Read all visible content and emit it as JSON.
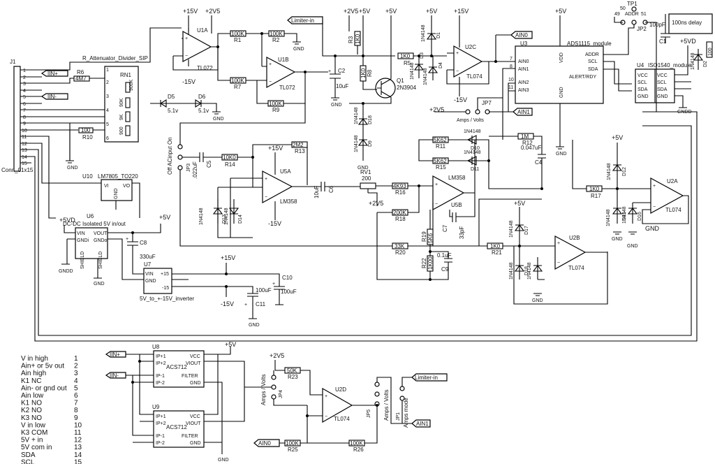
{
  "connector": {
    "ref": "J1",
    "value": "Conn_01x15",
    "pins": [
      "1",
      "2",
      "3",
      "4",
      "5",
      "6",
      "7",
      "8",
      "9",
      "10",
      "11",
      "12",
      "13",
      "14",
      "15"
    ]
  },
  "netlabels": {
    "iin_plus": "IIN+",
    "iin_minus": "IIN-",
    "limiter_in": "Limiter-in",
    "ain0": "AIN0",
    "ain1": "AIN1"
  },
  "power": {
    "p15": "+15V",
    "m15": "-15V",
    "p2v5": "+2V5",
    "p5v": "+5V",
    "p5vd": "+5VD",
    "gnd": "GND",
    "gndd": "GNDD"
  },
  "attenuator": {
    "title": "R_Attenuator_Divider_SIP",
    "ref": "RN1",
    "r_900k": "900K",
    "r_90k": "90K",
    "r_9k": "9K",
    "r_900": "900"
  },
  "resistors": {
    "r6": {
      "ref": "R6",
      "value": "4M7"
    },
    "r10": {
      "ref": "R10",
      "value": "100"
    },
    "r1": {
      "ref": "R1",
      "value": "100K"
    },
    "r2": {
      "ref": "R2",
      "value": "100K"
    },
    "r7": {
      "ref": "R7",
      "value": "100K"
    },
    "r9": {
      "ref": "R9",
      "value": "100K"
    },
    "r3": {
      "ref": "R3",
      "value": "1K0"
    },
    "r8": {
      "ref": "R8",
      "value": "1K0"
    },
    "r5": {
      "ref": "R5",
      "value": "1K0"
    },
    "r13": {
      "ref": "R13",
      "value": "2M2"
    },
    "r14": {
      "ref": "R14",
      "value": "10K0"
    },
    "r16": {
      "ref": "R16",
      "value": "4K93"
    },
    "r18": {
      "ref": "R18",
      "value": "200K"
    },
    "r20": {
      "ref": "R20",
      "value": "33K"
    },
    "r11": {
      "ref": "R11",
      "value": "5K62"
    },
    "r15": {
      "ref": "R15",
      "value": "5K62"
    },
    "r12": {
      "ref": "R12",
      "value": "1M"
    },
    "r17": {
      "ref": "R17",
      "value": "1K0"
    },
    "r19": {
      "ref": "R19",
      "value": "5K6"
    },
    "r22": {
      "ref": "R22",
      "value": "1K00"
    },
    "r21": {
      "ref": "R21",
      "value": "1K0"
    },
    "r23": {
      "ref": "R23",
      "value": "50K"
    },
    "r25": {
      "ref": "R25",
      "value": "100K"
    },
    "r26": {
      "ref": "R26",
      "value": "100K"
    }
  },
  "pot": {
    "ref": "RV1",
    "value": "200"
  },
  "caps": {
    "c2": {
      "ref": "C2",
      "value": "10uF"
    },
    "c5": {
      "ref": "C5",
      "value": ".022uF"
    },
    "c6": {
      "ref": "C6",
      "value": "10uF"
    },
    "c4": {
      "ref": "C4",
      "value": "0.047uF"
    },
    "c7": {
      "ref": "C7",
      "value": "33pF"
    },
    "c9": {
      "ref": "C9",
      "value": "0.1uF"
    },
    "c8": {
      "ref": "C8",
      "value": "330uF"
    },
    "c10": {
      "ref": "C10",
      "value": "100uF"
    },
    "c11": {
      "ref": "C11",
      "value": "100uF"
    },
    "c1": {
      "ref": "C1",
      "value": "100pF"
    }
  },
  "diodes": {
    "d5": {
      "ref": "D5",
      "value": "5.1v"
    },
    "d6": {
      "ref": "D6",
      "value": "5.1v"
    },
    "type": "1N4148",
    "refs": [
      "D1",
      "D2",
      "D3",
      "D4",
      "D7",
      "D8",
      "D9",
      "D10",
      "D11",
      "D12",
      "D13",
      "D14",
      "D15",
      "D16",
      "D17",
      "D18"
    ]
  },
  "transistor": {
    "ref": "Q1",
    "value": "2N3904"
  },
  "opamps": {
    "u1a": {
      "ref": "U1A",
      "value": "TL072"
    },
    "u1b": {
      "ref": "U1B",
      "value": "TL072"
    },
    "u2c": {
      "ref": "U2C",
      "value": "TL074"
    },
    "u5a": {
      "ref": "U5A",
      "value": "LM358"
    },
    "u5b": {
      "ref": "U5B",
      "value": "LM358"
    },
    "u2a": {
      "ref": "U2A",
      "value": "TL074"
    },
    "u2b": {
      "ref": "U2B",
      "value": "TL074"
    },
    "u2d": {
      "ref": "U2D",
      "value": "TL074"
    }
  },
  "ics": {
    "u3": {
      "ref": "U3",
      "value": "ADS1115_module",
      "pins_left": [
        "AIN0",
        "AIN1",
        "AIN2",
        "AIN3"
      ],
      "pins_right": [
        "ADDR",
        "SCL",
        "SDA",
        "ALERT/RDY"
      ],
      "vdd": "VDD",
      "gnd": "GND"
    },
    "u4": {
      "ref": "U4",
      "value": "ISO1540_module",
      "left": [
        "VCC",
        "SCL",
        "SDA",
        "GND"
      ],
      "right": [
        "VCC",
        "SCL",
        "SDA",
        "GND"
      ]
    },
    "u10": {
      "ref": "U10",
      "value": "LM7805_TO220",
      "vi": "VI",
      "vo": "VO",
      "gnd": "GND"
    },
    "u6": {
      "ref": "U6",
      "value": "DC-DC Isolated 5V in/out",
      "pins_left": [
        "VIN",
        "GNDi"
      ],
      "pins_right": [
        "VOUT",
        "GNDo"
      ],
      "shield": "SHIELD"
    },
    "u7": {
      "ref": "U7",
      "value": "5V_to_+-15V_inverter",
      "vin": "VIN",
      "gnd": "GND",
      "p15": "+15",
      "m15": "-15"
    },
    "u8": {
      "ref": "U8",
      "value": "ACS712"
    },
    "u9": {
      "ref": "U9",
      "value": "ACS712"
    },
    "acs_pins": {
      "ip1": "IP+1",
      "ip2": "IP+2",
      "im1": "IP-1",
      "im2": "IP-2",
      "vcc": "VCC",
      "viout": "VIOUT",
      "filter": "FILTER",
      "gnd": "GND"
    }
  },
  "jumpers": {
    "jp2": {
      "ref": "JP2",
      "label": "ADDR",
      "pins": [
        "49",
        "50",
        "51"
      ]
    },
    "tp1": {
      "ref": "TP1"
    },
    "jp3": {
      "ref": "JP3",
      "label": "Off ACinput On"
    },
    "jp7": {
      "ref": "JP7",
      "label": "Amps / Volts"
    },
    "jp4": {
      "ref": "JP4",
      "label": "Amps / Volts"
    },
    "jp5": {
      "ref": "JP5",
      "label": "Amps / Volts"
    },
    "jp1": {
      "ref": "JP1",
      "label": "Amps mode"
    }
  },
  "notes": {
    "delay": "100ns delay"
  },
  "legend": [
    {
      "name": "V in high",
      "pin": "1"
    },
    {
      "name": "Ain+ or 5v out",
      "pin": "2"
    },
    {
      "name": "Ain high",
      "pin": "3"
    },
    {
      "name": "K1 NC",
      "pin": "4"
    },
    {
      "name": "Ain- or gnd out",
      "pin": "5"
    },
    {
      "name": "Ain low",
      "pin": "6"
    },
    {
      "name": "K1 NO",
      "pin": "7"
    },
    {
      "name": "K2 NO",
      "pin": "8"
    },
    {
      "name": "K3 NO",
      "pin": "9"
    },
    {
      "name": "V in low",
      "pin": "10"
    },
    {
      "name": "K3 COM",
      "pin": "11"
    },
    {
      "name": "5V + in",
      "pin": "12"
    },
    {
      "name": "5V com in",
      "pin": "13"
    },
    {
      "name": "SDA",
      "pin": "14"
    },
    {
      "name": "SCL",
      "pin": "15"
    }
  ]
}
